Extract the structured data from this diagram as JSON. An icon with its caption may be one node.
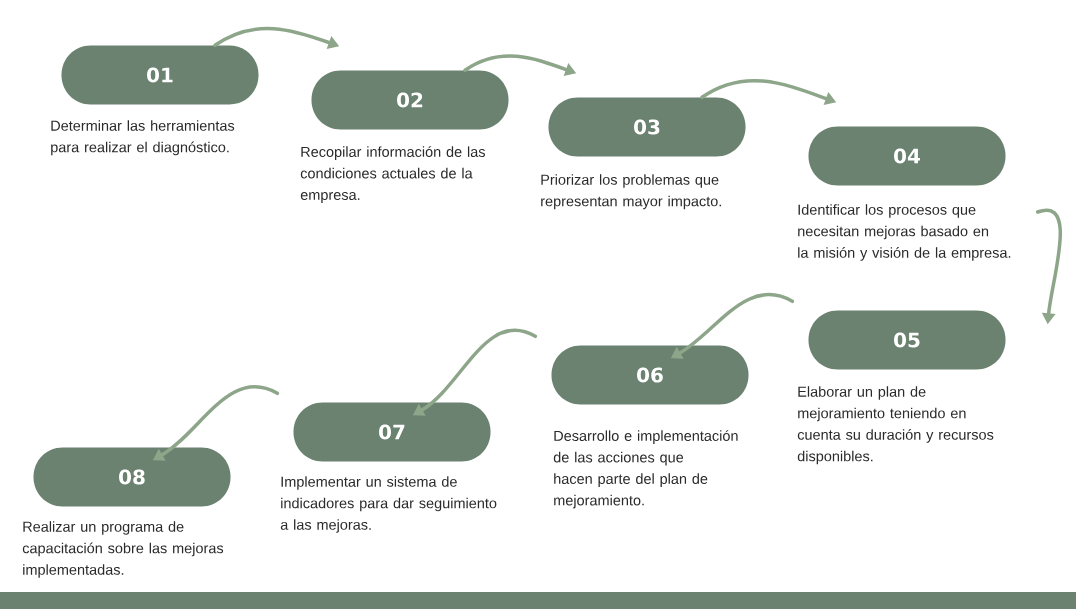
{
  "diagram": {
    "nodes": [
      {
        "text": [
          "01"
        ],
        "beside": [
          "Determinar las herramientas  para realizar el diagnóstico."
        ]
      },
      {
        "text": [
          "02"
        ],
        "beside": [
          "Recopilar información de las condiciones actuales de la empresa."
        ]
      },
      {
        "text": [
          "03"
        ],
        "beside": [
          "Priorizar los problemas que representan mayor impacto."
        ]
      },
      {
        "text": [
          "04"
        ],
        "beside": [
          "Identificar los procesos que necesitan mejoras basado en la misión y visión de la empresa."
        ]
      },
      {
        "text": [
          "05"
        ],
        "beside": [
          "Elaborar un plan de mejoramiento teniendo en cuenta su duración y recursos disponibles."
        ]
      },
      {
        "text": [
          "06"
        ],
        "beside": [
          "Desarrollo e implementación de las acciones que hacen parte del plan de mejoramiento."
        ]
      },
      {
        "text": [
          "07"
        ],
        "beside": [
          "Implementar un sistema de indicadores para dar seguimiento a las mejoras."
        ]
      },
      {
        "text": [
          "08"
        ],
        "beside": [
          "Realizar un programa de capacitación sobre las mejoras implementadas."
        ]
      }
    ],
    "edges": [
      {
        "from": 0,
        "to": 1,
        "arrow": "to"
      },
      {
        "from": 1,
        "to": 2,
        "arrow": "to"
      },
      {
        "from": 2,
        "to": 3,
        "arrow": "to"
      },
      {
        "from": 3,
        "to": 4,
        "arrow": "to"
      },
      {
        "from": 4,
        "to": 5,
        "arrow": "to"
      },
      {
        "from": 5,
        "to": 6,
        "arrow": "to"
      },
      {
        "from": 6,
        "to": 7,
        "arrow": "to"
      }
    ]
  }
}
